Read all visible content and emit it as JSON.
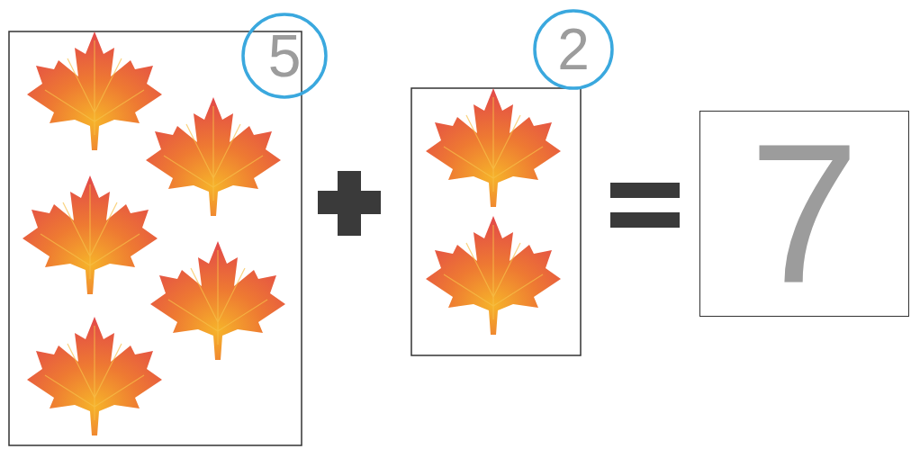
{
  "diagram": {
    "nodes": [
      {
        "text": [
          "5"
        ]
      },
      {
        "text": [
          "2"
        ]
      },
      {
        "text": [
          "7"
        ]
      }
    ]
  }
}
